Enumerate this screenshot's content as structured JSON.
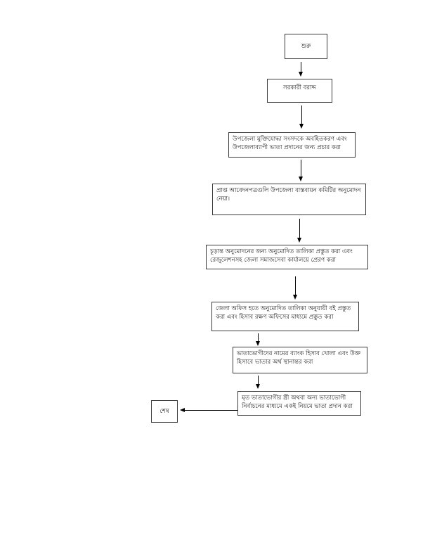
{
  "flowchart": {
    "start": {
      "label": "শুরু"
    },
    "end": {
      "label": "শেষ"
    },
    "steps": [
      {
        "label": "সরকারী বরাদ্দ"
      },
      {
        "label": "উপজেলা মুক্তিযোদ্ধা সংসদকে অবহিতকরণ এবং উপজেলাব্যাপী ভাতা প্রদানের জন্য প্রচার করা"
      },
      {
        "label": "প্রাপ্ত আবেদনপত্রগুলি উপজেলা বাস্তবায়ন কমিটির অনুমোদন নেয়া।"
      },
      {
        "label": "চূড়ান্ত অনুমোদনের জন্য অনুমোদিত তালিকা প্রস্তুত করা এবং রেজুলেশনসহ জেলা সমাজসেবা কার্যালয়ে প্রেরণ করা"
      },
      {
        "label": "জেলা অফিস হতে অনুমোদিত তালিকা অনুযায়ী বই প্রস্তুত করা এবং হিসাব রক্ষণ অফিসের মাধ্যমে প্রস্তুত করা"
      },
      {
        "label": "ভাতাভোগীদের নামের ব্যাংক হিসাব খোলা এবং উক্ত হিসাবে ভাতার অর্থ স্থানান্তর করা"
      },
      {
        "label": "মৃত ভাতাভোগীর স্ত্রী অথবা অন্য ভাতাভোগী নির্বাচনের মাধ্যমে একই নিয়মে ভাতা প্রদান করা"
      }
    ],
    "colors": {
      "node_border": "#3a3a3a",
      "arrow": "#000000",
      "background": "#ffffff",
      "text": "#1a1a1a"
    }
  }
}
